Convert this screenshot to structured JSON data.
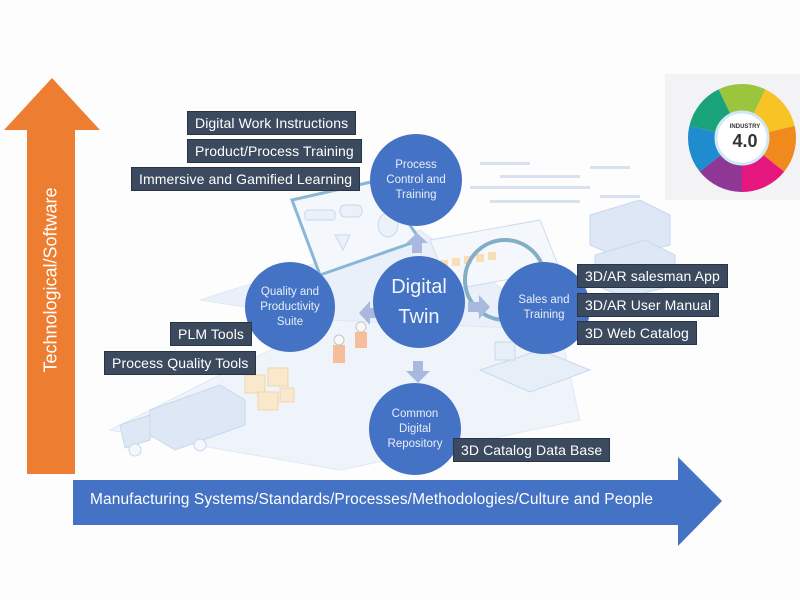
{
  "diagram": {
    "vertical_axis": {
      "label": "Technological/Software",
      "color": "#ed7d31"
    },
    "horizontal_axis": {
      "label": "Manufacturing Systems/Standards/Processes/Methodologies/Culture and People",
      "color": "#4472c4"
    },
    "center_node": {
      "label": "Digital\nTwin"
    },
    "nodes": [
      {
        "id": "process-control",
        "label": "Process\nControl and\nTraining"
      },
      {
        "id": "quality-productivity",
        "label": "Quality and\nProductivity\nSuite"
      },
      {
        "id": "sales-training",
        "label": "Sales and\nTraining"
      },
      {
        "id": "common-repository",
        "label": "Common\nDigital\nRepository"
      }
    ],
    "process_control_tags": [
      "Digital Work Instructions",
      "Product/Process Training",
      "Immersive and Gamified Learning"
    ],
    "quality_tags": [
      "PLM Tools",
      "Process Quality Tools"
    ],
    "sales_tags": [
      "3D/AR salesman App",
      "3D/AR User Manual",
      "3D Web Catalog"
    ],
    "repository_tags": [
      "3D Catalog Data Base"
    ],
    "badge": {
      "small_label": "INDUSTRY",
      "big_label": "4.0",
      "icon": "industry-4-0-wheel-icon",
      "segment_colors": [
        "#9bc53d",
        "#f7c325",
        "#f08a1c",
        "#e5177e",
        "#8e3795",
        "#1f8ccf",
        "#1aa37a"
      ]
    },
    "colors": {
      "node_fill": "#4472c4",
      "tag_fill": "#3b4a5e",
      "connector_fill": "#a9b8de"
    }
  }
}
